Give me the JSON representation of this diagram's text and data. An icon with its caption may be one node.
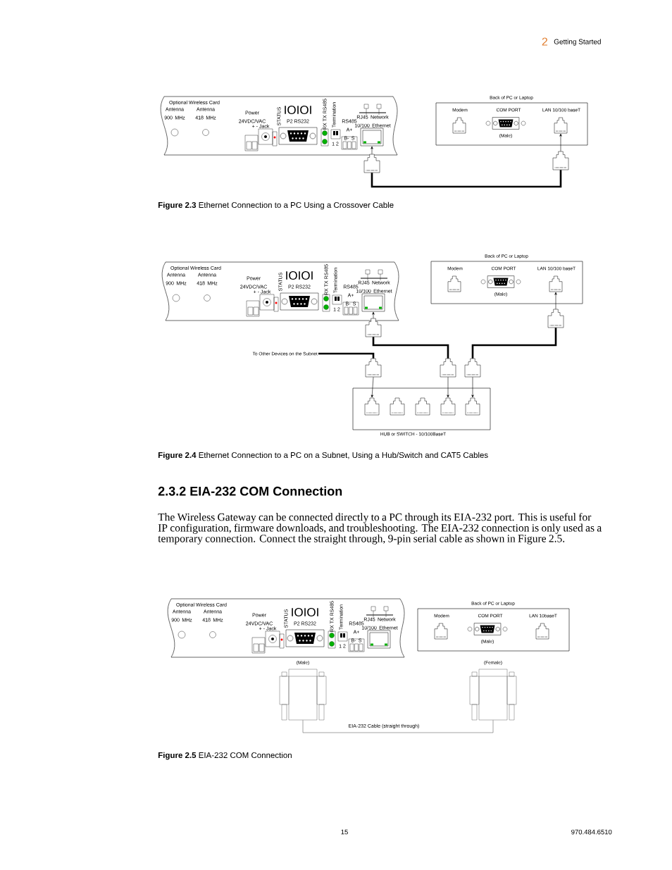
{
  "diagram": {
    "nodes": [
      {
        "text": [
          "Optional Wireless Card",
          "Antenna 900 MHz",
          "Antenna 418 MHz",
          "Power 24VDC/VAC",
          "+ - Jack",
          "STATUS",
          "IOIOI",
          "P2 RS232",
          "RX TX RS485",
          "Termination",
          "1 2",
          "RS485 A+ B- S",
          "RJ45 Network 10/100 Ethernet"
        ]
      },
      {
        "text": [],
        "shape": "box",
        "in": 0
      },
      {
        "text": [
          "Back of PC or Laptop",
          "Modem",
          "COM PORT",
          "LAN 10/100 baseT",
          "(Male)"
        ]
      },
      {
        "text": [],
        "shape": "box",
        "in": 2
      },
      {
        "text": [],
        "shape": "box"
      },
      {
        "text": [],
        "shape": "box"
      },
      {
        "text": [
          "Optional Wireless Card",
          "Antenna 900 MHz",
          "Antenna 418 MHz",
          "Power 24VDC/VAC",
          "+ - Jack",
          "STATUS",
          "IOIOI",
          "P2 RS232",
          "RX TX RS485",
          "Termination",
          "1 2",
          "RS485 A+ B- S",
          "RJ45 Network 10/100 Ethernet"
        ]
      },
      {
        "text": [],
        "shape": "box",
        "in": 6
      },
      {
        "text": [
          "Back of PC or Laptop",
          "Modem",
          "COM PORT",
          "LAN 10/100 baseT",
          "(Male)"
        ]
      },
      {
        "text": [],
        "shape": "box",
        "in": 8
      },
      {
        "text": [],
        "shape": "box"
      },
      {
        "text": [],
        "shape": "box"
      },
      {
        "text": [
          "To Other Devices on the Subnet"
        ]
      },
      {
        "text": [],
        "shape": "box"
      },
      {
        "text": [],
        "shape": "box"
      },
      {
        "text": [],
        "shape": "box"
      },
      {
        "text": [
          "HUB or SWITCH - 10/100BaseT"
        ]
      },
      {
        "text": [],
        "shape": "box",
        "in": 16
      },
      {
        "text": [],
        "shape": "box",
        "in": 16
      },
      {
        "text": [],
        "shape": "box",
        "in": 16
      },
      {
        "text": [],
        "shape": "box",
        "in": 16
      },
      {
        "text": [],
        "shape": "box",
        "in": 16
      },
      {
        "text": [
          "Optional Wireless Card",
          "Antenna 900 MHz",
          "Antenna 418 MHz",
          "Power 24VDC/VAC",
          "+ - Jack",
          "STATUS",
          "IOIOI",
          "P2 RS232",
          "RX TX RS485",
          "Termination",
          "1 2",
          "RS485 A+ B- S",
          "RJ45 Network 10/100 Ethernet"
        ]
      },
      {
        "text": [
          "Back of PC or Laptop",
          "Modem",
          "COM PORT",
          "LAN 10baseT",
          "(Male)"
        ]
      },
      {
        "text": [
          "(Male)"
        ]
      },
      {
        "text": [
          "(Female)"
        ]
      },
      {
        "text": [],
        "shape": "box",
        "in": 2
      },
      {
        "text": [],
        "shape": "box",
        "in": 8
      },
      {
        "text": [],
        "shape": "box",
        "in": 23
      },
      {
        "text": [],
        "shape": "box",
        "in": 23
      }
    ],
    "edges": [
      {
        "from": 4,
        "to": 1,
        "arrow": "to"
      },
      {
        "from": 5,
        "to": 26,
        "arrow": "to"
      },
      {
        "from": 4,
        "to": 5,
        "arrow": "none",
        "style": "thick"
      },
      {
        "from": 10,
        "to": 7,
        "arrow": "to"
      },
      {
        "from": 11,
        "to": 27,
        "arrow": "to"
      },
      {
        "from": 12,
        "to": 13,
        "arrow": "none",
        "style": "thick"
      },
      {
        "from": 10,
        "to": 14,
        "arrow": "none",
        "style": "thick"
      },
      {
        "from": 11,
        "to": 15,
        "arrow": "none",
        "style": "thick"
      },
      {
        "from": 13,
        "to": 17,
        "arrow": "to"
      },
      {
        "from": 14,
        "to": 20,
        "arrow": "to"
      },
      {
        "from": 15,
        "to": 21,
        "arrow": "to"
      },
      {
        "from": 24,
        "to": 25,
        "arrow": "none",
        "label": "EIA-232 Cable (straight through)",
        "color": "#666666"
      }
    ],
    "labels": [
      "2",
      "Getting Started",
      "**Figure 2.3** Ethernet Connection to a PC Using a Crossover Cable",
      "**Figure 2.4** Ethernet Connection to a PC on a Subnet, Using a Hub/Switch and CAT5 Cables",
      "2.3.2 EIA-232 COM Connection",
      "The Wireless Gateway can be connected directly to a PC through its EIA-232 port. This is useful for IP configuration, firmware downloads, and troubleshooting. The EIA-232 connection is only used as a temporary connection. Connect the straight through, 9-pin serial cable as shown in Figure 2.5.",
      "**Figure 2.5** EIA-232 COM Connection",
      "15",
      "970.484.6510"
    ]
  }
}
